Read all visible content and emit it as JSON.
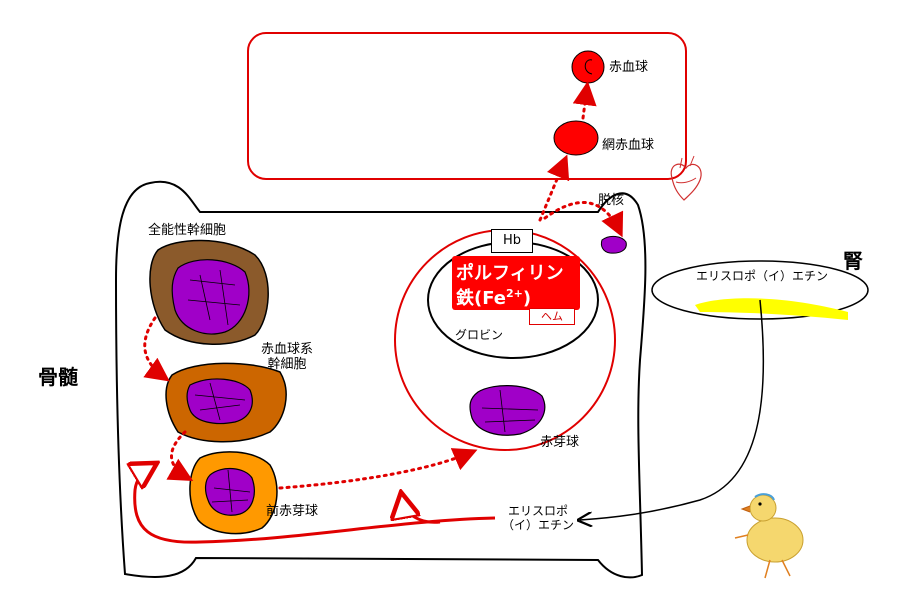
{
  "labels": {
    "bone_marrow": "骨髄",
    "kidney": "腎",
    "pluripotent_stem_cell": "全能性幹細胞",
    "erythroid_stem_cell_line1": "赤血球系",
    "erythroid_stem_cell_line2": "幹細胞",
    "proerythroblast": "前赤芽球",
    "erythroblast": "赤芽球",
    "enucleation": "脱核",
    "reticulocyte": "網赤血球",
    "red_blood_cell": "赤血球",
    "hb": "Hb",
    "porphyrin": "ポルフィリン",
    "iron_prefix": "鉄(Fe",
    "iron_sup": "2+",
    "iron_suffix": ")",
    "heme": "ヘム",
    "globin": "グロビン",
    "epo_kidney": "エリスロポ（イ）エチン",
    "epo_marrow_line1": "エリスロポ",
    "epo_marrow_line2": "（イ）エチン"
  },
  "colors": {
    "nucleus_purple": "#a000c8",
    "stem_cell_brown": "#8b5a2b",
    "erythroid_stem_orange": "#cc6600",
    "proerythroblast_orange": "#ff9900",
    "rbc_red": "#ff0000",
    "arrow_red": "#e00000",
    "kidney_yellow": "#ffff00"
  }
}
